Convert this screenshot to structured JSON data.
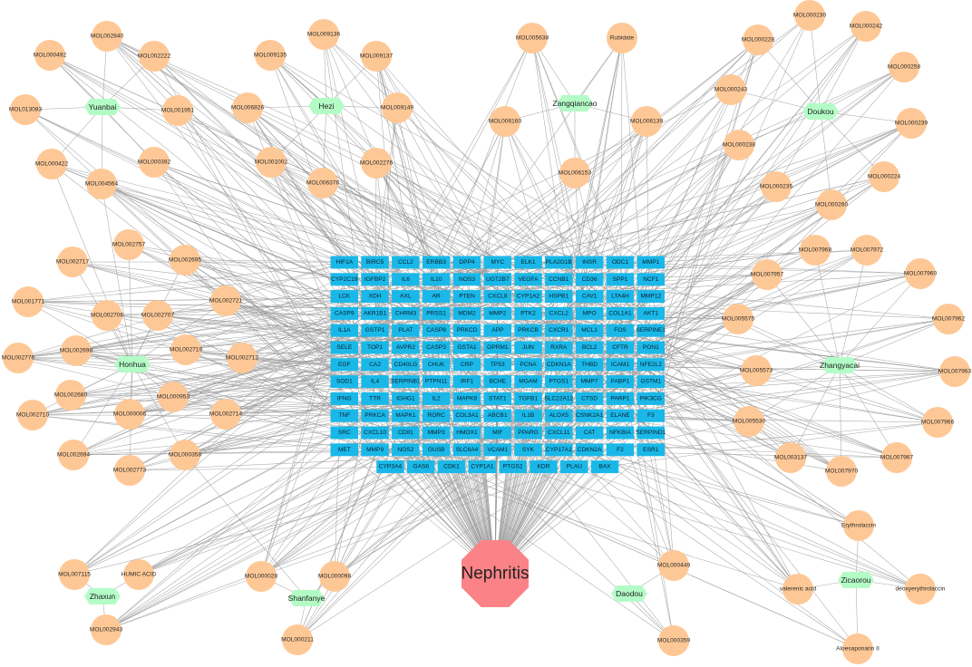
{
  "title": "",
  "colors": {
    "compound_node": "#fec896",
    "herb_node": "#b3fcc6",
    "target_node": "#1ab8e8",
    "disease_node": "#fb8387",
    "edge": "#9a9a9a"
  },
  "disease": {
    "label": "Nephritis"
  },
  "herbs": [
    {
      "label": "Yuanbai"
    },
    {
      "label": "Hezi"
    },
    {
      "label": "Zangqiancao"
    },
    {
      "label": "Doukou"
    },
    {
      "label": "Honhua"
    },
    {
      "label": "Zhangyacai"
    },
    {
      "label": "Zhaxun"
    },
    {
      "label": "Shanfanye"
    },
    {
      "label": "Daodou"
    },
    {
      "label": "Zicaorou"
    }
  ],
  "compounds": [
    {
      "label": "MOL002840",
      "herbs": [
        0
      ]
    },
    {
      "label": "MOL000492",
      "herbs": [
        0
      ]
    },
    {
      "label": "MOL002222",
      "herbs": [
        0
      ]
    },
    {
      "label": "MOL013083",
      "herbs": [
        0
      ]
    },
    {
      "label": "MOL001951",
      "herbs": [
        0
      ]
    },
    {
      "label": "MOL000392",
      "herbs": [
        0
      ]
    },
    {
      "label": "MOL000422",
      "herbs": [
        0,
        4
      ]
    },
    {
      "label": "MOL004564",
      "herbs": [
        0,
        4
      ]
    },
    {
      "label": "MOL009136",
      "herbs": [
        1
      ]
    },
    {
      "label": "MOL009135",
      "herbs": [
        1
      ]
    },
    {
      "label": "MOL009137",
      "herbs": [
        1
      ]
    },
    {
      "label": "MOL006826",
      "herbs": [
        1
      ]
    },
    {
      "label": "MOL009149",
      "herbs": [
        1
      ]
    },
    {
      "label": "MOL001002",
      "herbs": [
        1
      ]
    },
    {
      "label": "MOL002276",
      "herbs": [
        1
      ]
    },
    {
      "label": "MOL006376",
      "herbs": [
        1
      ]
    },
    {
      "label": "MOL005638",
      "herbs": [
        2
      ]
    },
    {
      "label": "Rubidate",
      "herbs": [
        2
      ]
    },
    {
      "label": "MOL006160",
      "herbs": [
        2
      ]
    },
    {
      "label": "MOL006139",
      "herbs": [
        2
      ]
    },
    {
      "label": "MOL006153",
      "herbs": [
        2
      ]
    },
    {
      "label": "MOL000230",
      "herbs": [
        3
      ]
    },
    {
      "label": "MOL000242",
      "herbs": [
        3
      ]
    },
    {
      "label": "MOL000228",
      "herbs": [
        3
      ]
    },
    {
      "label": "MOL000258",
      "herbs": [
        3
      ]
    },
    {
      "label": "MOL000243",
      "herbs": [
        3
      ]
    },
    {
      "label": "MOL000239",
      "herbs": [
        3
      ]
    },
    {
      "label": "MOL000238",
      "herbs": [
        3
      ]
    },
    {
      "label": "MOL000224",
      "herbs": [
        3
      ]
    },
    {
      "label": "MOL000235",
      "herbs": [
        3
      ]
    },
    {
      "label": "MOL000260",
      "herbs": [
        3
      ]
    },
    {
      "label": "MOL002757",
      "herbs": [
        4
      ]
    },
    {
      "label": "MOL002717",
      "herbs": [
        4
      ]
    },
    {
      "label": "MOL002695",
      "herbs": [
        4
      ]
    },
    {
      "label": "MOL001771",
      "herbs": [
        4
      ]
    },
    {
      "label": "MOL002721",
      "herbs": [
        4
      ]
    },
    {
      "label": "MOL002706",
      "herbs": [
        4
      ]
    },
    {
      "label": "MOL002707",
      "herbs": [
        4
      ]
    },
    {
      "label": "MOL002698",
      "herbs": [
        4
      ]
    },
    {
      "label": "MOL002719",
      "herbs": [
        4
      ]
    },
    {
      "label": "MOL002776",
      "herbs": [
        4
      ]
    },
    {
      "label": "MOL002712",
      "herbs": [
        4
      ]
    },
    {
      "label": "MOL000953",
      "herbs": [
        4
      ]
    },
    {
      "label": "MOL002680",
      "herbs": [
        4
      ]
    },
    {
      "label": "MOL000006",
      "herbs": [
        4
      ]
    },
    {
      "label": "MOL002714",
      "herbs": [
        4
      ]
    },
    {
      "label": "MOL002710",
      "herbs": [
        4
      ]
    },
    {
      "label": "MOL002694",
      "herbs": [
        4
      ]
    },
    {
      "label": "MOL000358",
      "herbs": [
        4,
        7
      ]
    },
    {
      "label": "MOL002773",
      "herbs": [
        4
      ]
    },
    {
      "label": "MOL007968",
      "herbs": [
        5
      ]
    },
    {
      "label": "MOL007972",
      "herbs": [
        5
      ]
    },
    {
      "label": "MOL007957",
      "herbs": [
        5
      ]
    },
    {
      "label": "MOL007960",
      "herbs": [
        5
      ]
    },
    {
      "label": "MOL005575",
      "herbs": [
        5
      ]
    },
    {
      "label": "MOL007962",
      "herbs": [
        5
      ]
    },
    {
      "label": "MOL005573",
      "herbs": [
        5
      ]
    },
    {
      "label": "MOL007963",
      "herbs": [
        5
      ]
    },
    {
      "label": "MOL005530",
      "herbs": [
        5
      ]
    },
    {
      "label": "MOL007966",
      "herbs": [
        5
      ]
    },
    {
      "label": "MOL003137",
      "herbs": [
        5
      ]
    },
    {
      "label": "MOL007970",
      "herbs": [
        5
      ]
    },
    {
      "label": "MOL007967",
      "herbs": [
        5
      ]
    },
    {
      "label": "MOL007115",
      "herbs": [
        6
      ]
    },
    {
      "label": "HUMIC ACID",
      "herbs": [
        6
      ]
    },
    {
      "label": "MOL002943",
      "herbs": [
        6
      ]
    },
    {
      "label": "MOL000028",
      "herbs": [
        7
      ]
    },
    {
      "label": "MOL000098",
      "herbs": [
        7
      ]
    },
    {
      "label": "MOL000211",
      "herbs": [
        7
      ]
    },
    {
      "label": "MOL000449",
      "herbs": [
        8
      ]
    },
    {
      "label": "MOL000359",
      "herbs": [
        8
      ]
    },
    {
      "label": "Erythrolaccin",
      "herbs": [
        9
      ]
    },
    {
      "label": "valerenic acid",
      "herbs": [
        9
      ]
    },
    {
      "label": "deoxyerythrolaccin",
      "herbs": [
        9
      ]
    },
    {
      "label": "Aloesaponarin II",
      "herbs": [
        9
      ]
    }
  ],
  "targets": [
    [
      "HIF1A",
      "BIRC5",
      "CCL2",
      "ERBB3",
      "DPP4",
      "MYC",
      "ELK1",
      "PLA2G1B",
      "INSR",
      "ODC1",
      "MMP1"
    ],
    [
      "CYP2C19",
      "IGFBP2",
      "IL6",
      "IL10",
      "NOS3",
      "UGT2B7",
      "VEGFA",
      "CCNB1",
      "CD36",
      "SPP1",
      "NCF1"
    ],
    [
      "LCK",
      "XDH",
      "AXL",
      "AR",
      "PTEN",
      "CXCL8",
      "CYP1A2",
      "HSPB1",
      "CAV1",
      "LTA4H",
      "MMP12"
    ],
    [
      "CASP9",
      "AKR1B1",
      "CHRM3",
      "PRSS1",
      "MDM2",
      "MMP2",
      "PTK2",
      "CXCL2",
      "MPO",
      "COL1A1",
      "AKT1"
    ],
    [
      "IL1A",
      "GSTP1",
      "PLAT",
      "CASP8",
      "PRKCD",
      "APP",
      "PRKCB",
      "CXCR1",
      "MCL1",
      "FOS",
      "SERPINE1"
    ],
    [
      "SELE",
      "TOP1",
      "AVPR2",
      "CASP3",
      "GSTA1",
      "OPRM1",
      "JUN",
      "RXRA",
      "BCL2",
      "CFTR",
      "PON1"
    ],
    [
      "EGF",
      "CA2",
      "CD40LG",
      "CHUK",
      "CRP",
      "TP53",
      "PCNA",
      "CDKN1A",
      "THBD",
      "ICAM1",
      "NFE2L2"
    ],
    [
      "SOD1",
      "IL4",
      "SERPINB1",
      "PTPN11",
      "IRF1",
      "BCHE",
      "MGAM",
      "PTGS1",
      "MMP7",
      "FABP1",
      "GSTM1"
    ],
    [
      "IFNG",
      "TTR",
      "IGHG1",
      "IL2",
      "MAPK8",
      "STAT1",
      "TGFB1",
      "SLC22A12",
      "CTSD",
      "PARP1",
      "PIK3CG"
    ],
    [
      "TNF",
      "PRKCA",
      "MAPK1",
      "RORC",
      "COL3A1",
      "ABCB1",
      "IL1B",
      "ALOX5",
      "CSNK2A1",
      "ELANE",
      "F3"
    ],
    [
      "SRC",
      "CXCL10",
      "CD81",
      "MMP3",
      "HMOX1",
      "MIF",
      "PPARG",
      "CXCL11",
      "CAT",
      "NFKBIA",
      "SERPIND1"
    ],
    [
      "MET",
      "MMP9",
      "NOS2",
      "GUSB",
      "SLC6A4",
      "VCAM1",
      "SYK",
      "CYP17A1",
      "CDKN2A",
      "F2",
      "ESR1"
    ],
    [
      "CYP3A4",
      "GAS6",
      "CDK1",
      "CYP1A1",
      "PTGS2",
      "KDR",
      "PLAU",
      "BAX"
    ]
  ]
}
